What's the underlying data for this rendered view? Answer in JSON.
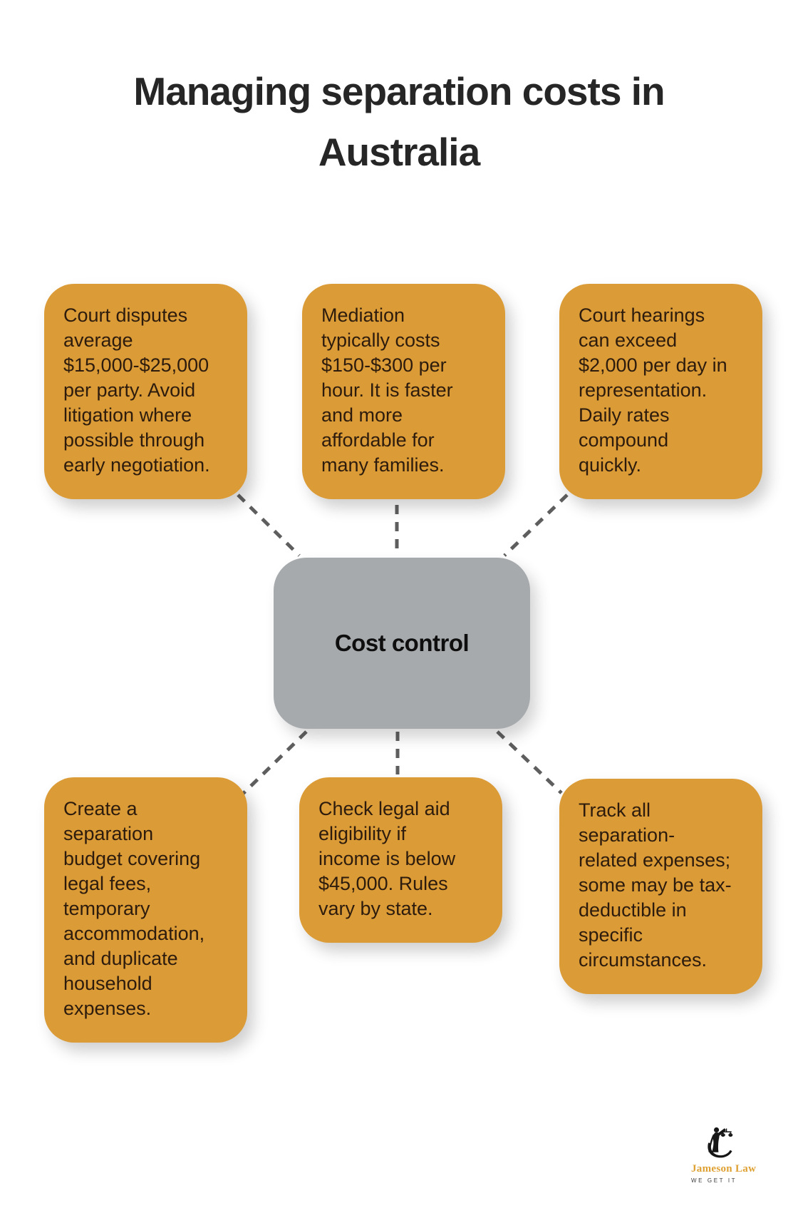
{
  "title": "Managing separation costs in\nAustralia",
  "center_node": {
    "label": "Cost control"
  },
  "boxes": [
    {
      "id": "court-disputes",
      "text": "Court disputes\naverage\n$15,000-$25,000\nper party. Avoid\nlitigation where\npossible through\nearly negotiation."
    },
    {
      "id": "mediation",
      "text": "Mediation\ntypically costs\n$150-$300 per\nhour. It is faster\nand more\naffordable for\nmany families."
    },
    {
      "id": "court-hearings",
      "text": "Court hearings\ncan exceed\n$2,000 per day in\nrepresentation.\nDaily rates\ncompound\nquickly."
    },
    {
      "id": "separation-budget",
      "text": "Create a\nseparation\nbudget covering\nlegal fees,\ntemporary\naccommodation,\nand duplicate\nhousehold\nexpenses."
    },
    {
      "id": "legal-aid",
      "text": "Check legal aid\neligibility if\nincome is below\n$45,000. Rules\nvary by state."
    },
    {
      "id": "expense-tracking",
      "text": "Track all\nseparation-\nrelated expenses;\nsome may be tax-\ndeductible in\nspecific\ncircumstances."
    }
  ],
  "logo": {
    "brand": "Jameson Law",
    "tagline": "WE GET IT"
  },
  "colors": {
    "box_orange": "#DB9B36",
    "center_gray": "#A7AAAC",
    "dash_gray": "#5E5E5E",
    "box_text": "#2D1C0D",
    "title_text": "#262626",
    "brand_gold": "#DFA032",
    "logo_black": "#161616",
    "tagline_gray": "#3B3B3B"
  }
}
